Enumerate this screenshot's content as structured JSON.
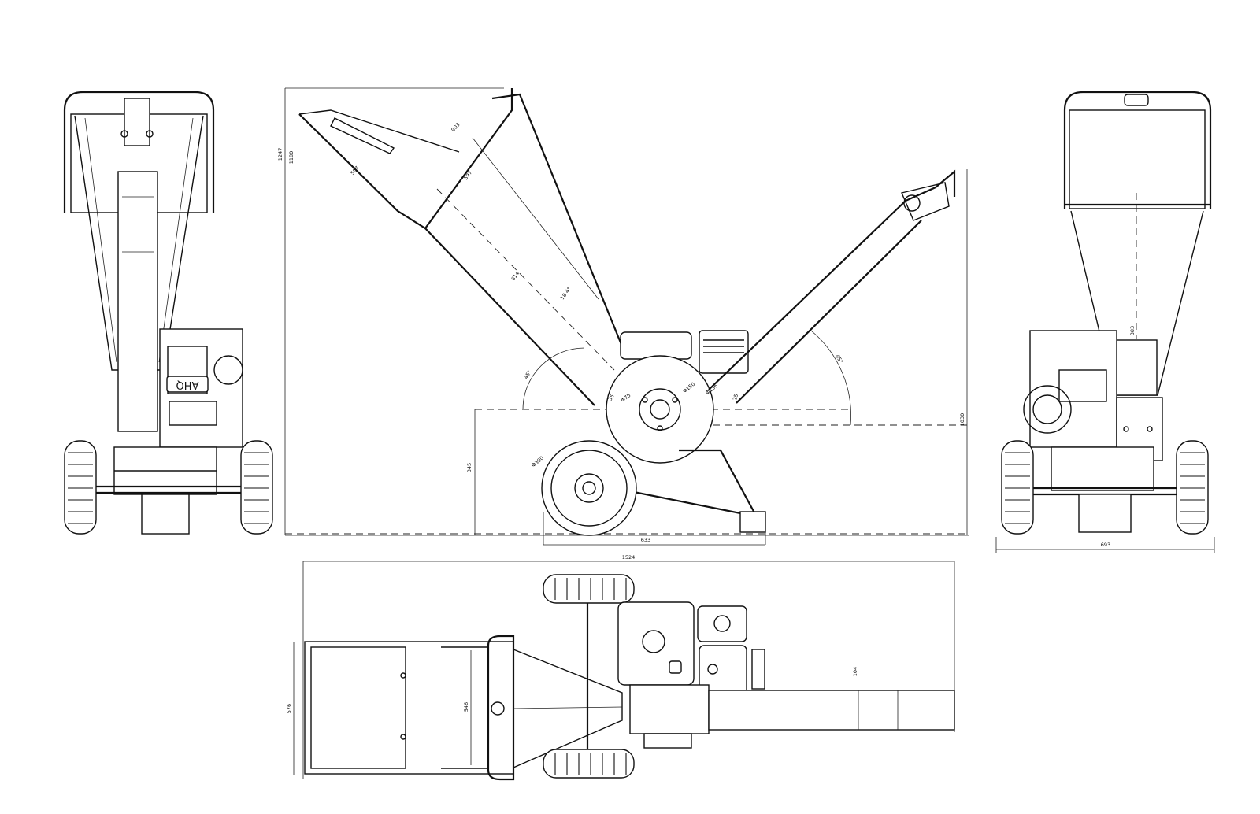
{
  "drawing": {
    "views": [
      "front-view",
      "side-view",
      "rear-view",
      "top-view"
    ],
    "engine_label": "AHQ",
    "dimensions": {
      "side_height_a": "1247",
      "side_height_b": "1180",
      "chute_a": "903",
      "chute_b": "567",
      "chute_c": "597",
      "chute_d": "614",
      "chute_angle": "18.4°",
      "left_angle": "45°",
      "right_angle": "45°",
      "rotor_a": "Φ150",
      "rotor_b": "Φ136",
      "rotor_c": "Φ75",
      "small_a": "35",
      "small_b": "25",
      "wheel_dia": "Φ300",
      "axle_height": "345",
      "overall_height": "1030",
      "wheel_base_length": "633",
      "rear_width": "693",
      "top_length": "1524",
      "top_width": "576",
      "top_inner_width": "546",
      "tube_dia": "104",
      "hopper_width": "383"
    }
  }
}
